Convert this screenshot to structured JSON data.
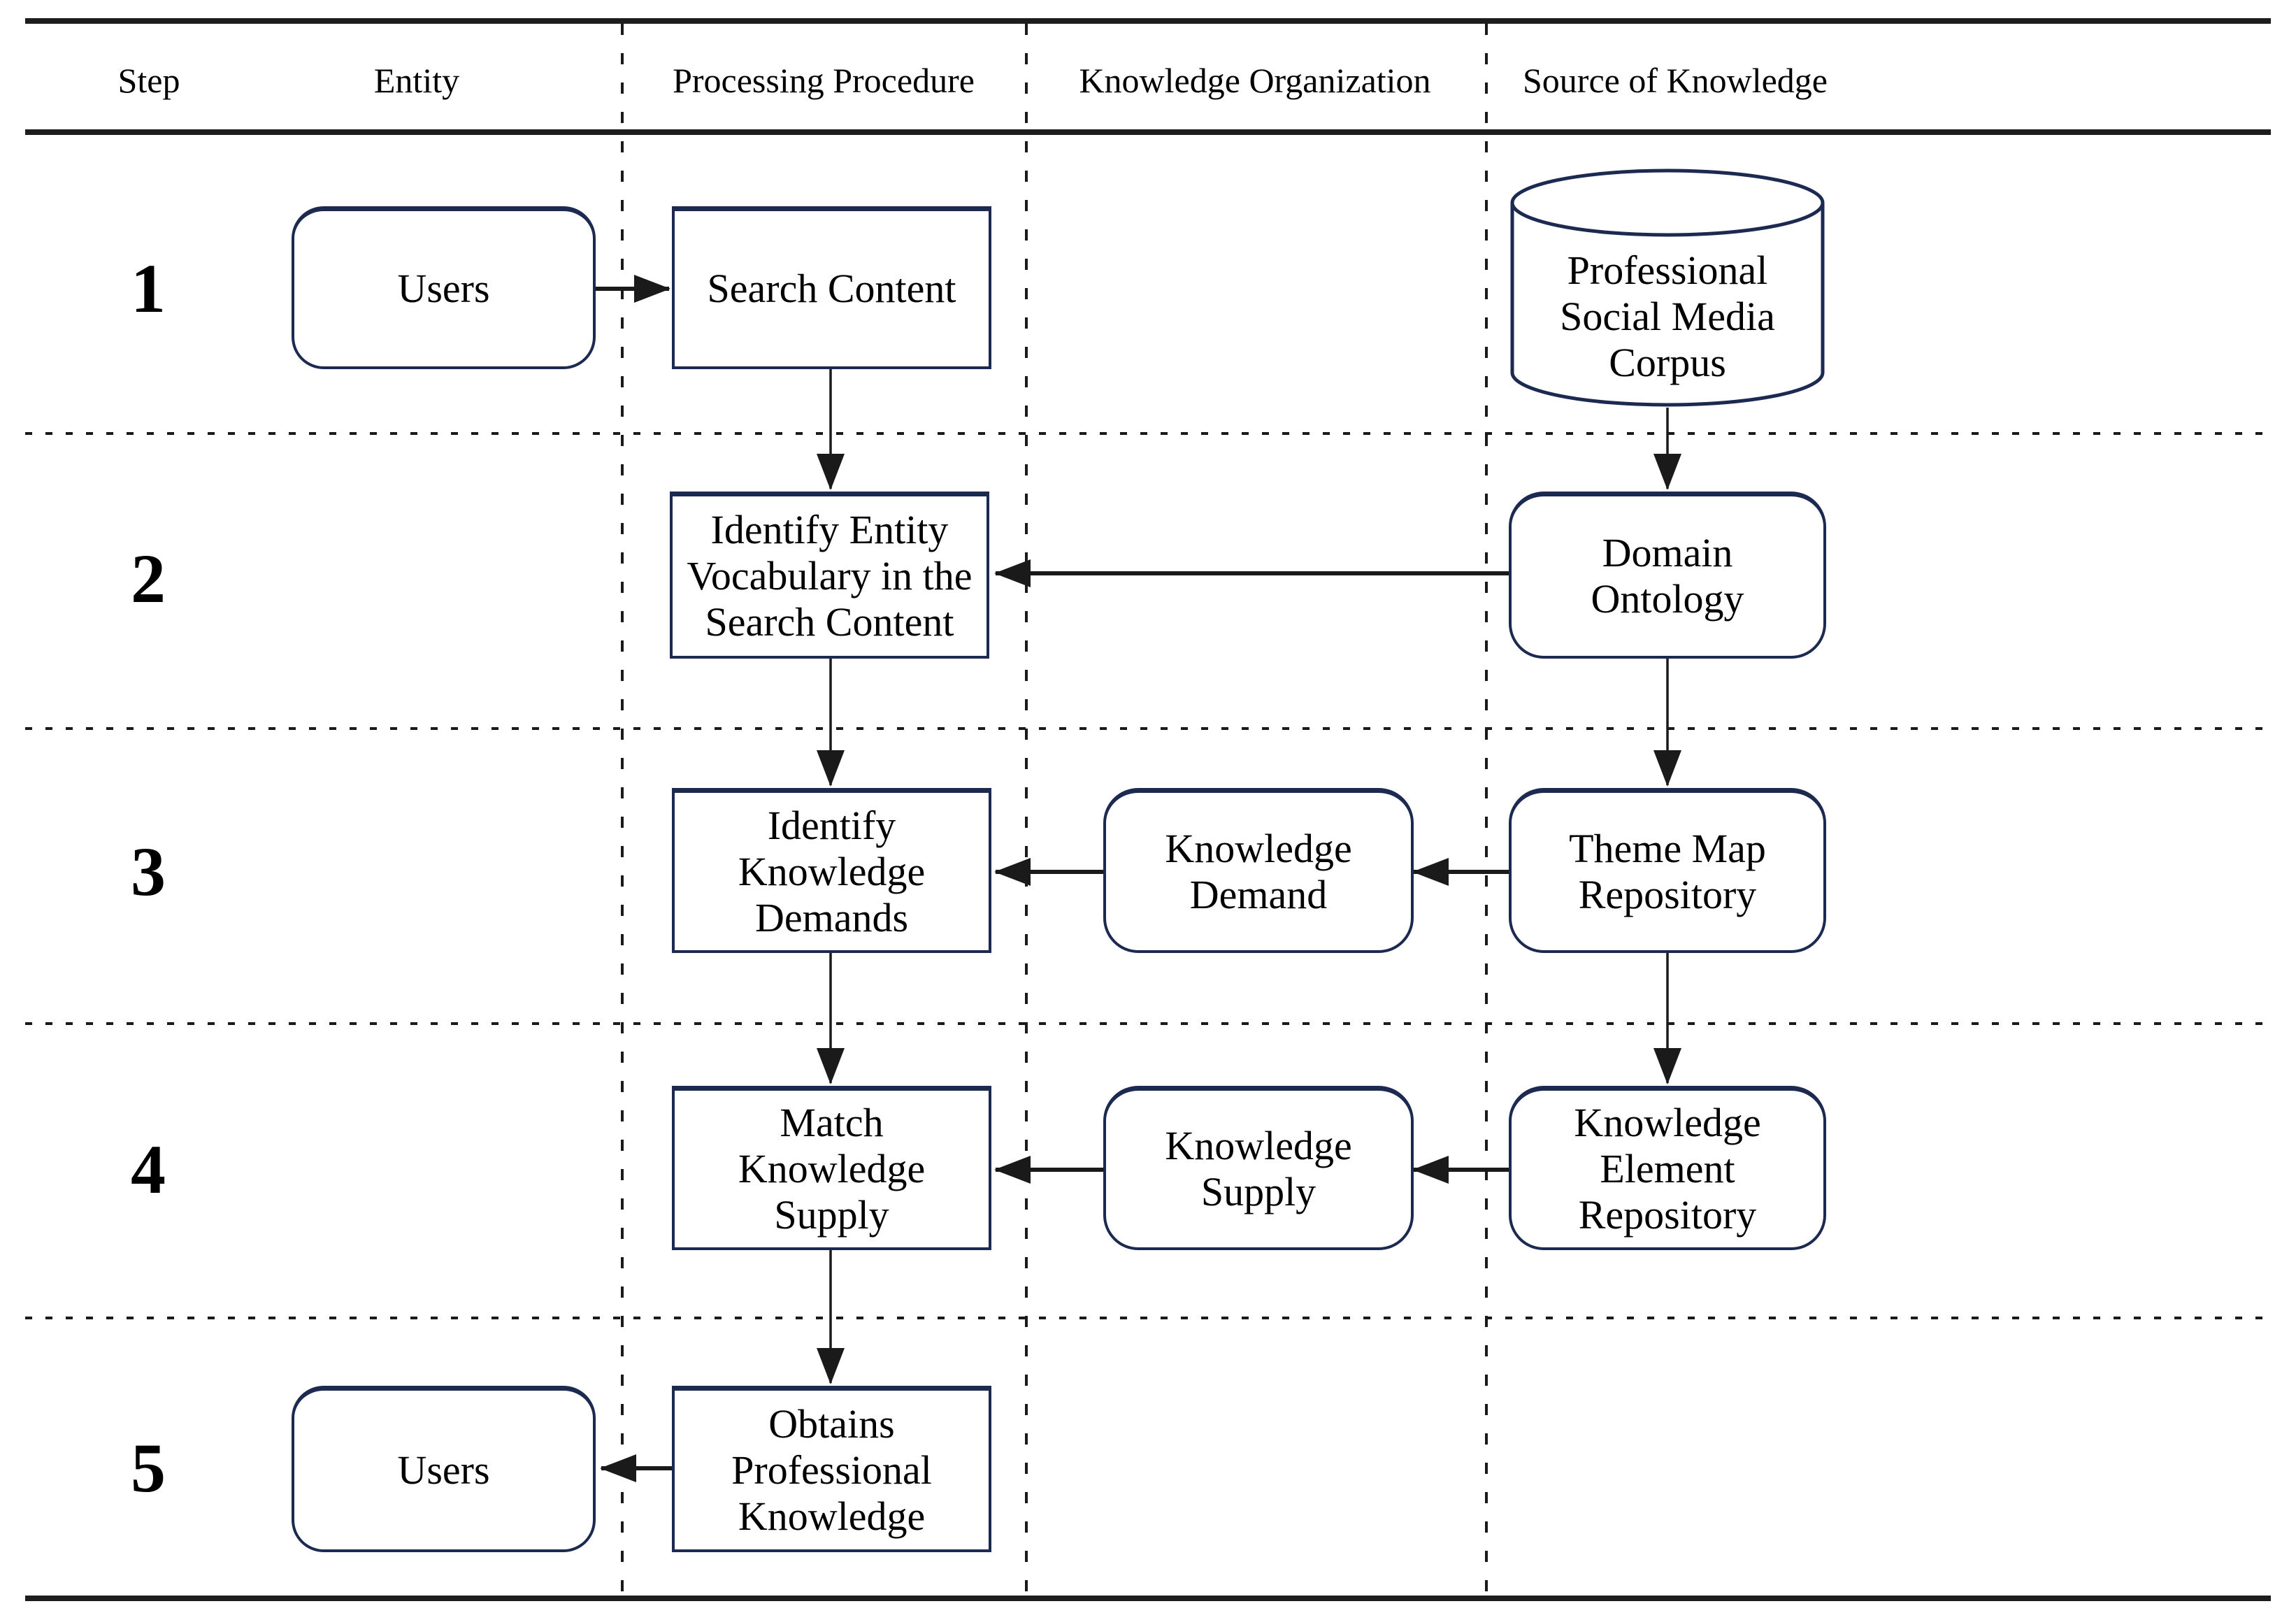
{
  "header": {
    "step": "Step",
    "entity": "Entity",
    "processing": "Processing Procedure",
    "organization": "Knowledge Organization",
    "source": "Source of Knowledge"
  },
  "steps": [
    "1",
    "2",
    "3",
    "4",
    "5"
  ],
  "nodes": {
    "users_1": {
      "label": "Users",
      "shape": "rounded",
      "column": "Entity",
      "step": "1"
    },
    "search_content": {
      "label": "Search Content",
      "shape": "rect",
      "column": "Processing Procedure",
      "step": "1"
    },
    "corpus": {
      "label": [
        "Professional",
        "Social Media",
        "Corpus"
      ],
      "shape": "cylinder",
      "column": "Source of Knowledge",
      "step": "1"
    },
    "identify_entity": {
      "label": [
        "Identify Entity",
        "Vocabulary in the",
        "Search Content"
      ],
      "shape": "rect",
      "column": "Processing Procedure",
      "step": "2"
    },
    "domain_ontology": {
      "label": [
        "Domain",
        "Ontology"
      ],
      "shape": "rounded",
      "column": "Source of Knowledge",
      "step": "2"
    },
    "identify_demands": {
      "label": [
        "Identify",
        "Knowledge",
        "Demands"
      ],
      "shape": "rect",
      "column": "Processing Procedure",
      "step": "3"
    },
    "knowledge_demand": {
      "label": [
        "Knowledge",
        "Demand"
      ],
      "shape": "rounded",
      "column": "Knowledge Organization",
      "step": "3"
    },
    "theme_map": {
      "label": [
        "Theme Map",
        "Repository"
      ],
      "shape": "rounded",
      "column": "Source of Knowledge",
      "step": "3"
    },
    "match_supply": {
      "label": [
        "Match",
        "Knowledge",
        "Supply"
      ],
      "shape": "rect",
      "column": "Processing Procedure",
      "step": "4"
    },
    "knowledge_supply": {
      "label": [
        "Knowledge",
        "Supply"
      ],
      "shape": "rounded",
      "column": "Knowledge Organization",
      "step": "4"
    },
    "element_repo": {
      "label": [
        "Knowledge",
        "Element",
        "Repository"
      ],
      "shape": "rounded",
      "column": "Source of Knowledge",
      "step": "4"
    },
    "users_5": {
      "label": "Users",
      "shape": "rounded",
      "column": "Entity",
      "step": "5"
    },
    "obtains": {
      "label": [
        "Obtains",
        "Professional",
        "Knowledge"
      ],
      "shape": "rect",
      "column": "Processing Procedure",
      "step": "5"
    }
  },
  "edges": [
    {
      "from": "users_1",
      "to": "search_content"
    },
    {
      "from": "search_content",
      "to": "identify_entity"
    },
    {
      "from": "corpus",
      "to": "domain_ontology"
    },
    {
      "from": "domain_ontology",
      "to": "identify_entity"
    },
    {
      "from": "domain_ontology",
      "to": "theme_map"
    },
    {
      "from": "identify_entity",
      "to": "identify_demands"
    },
    {
      "from": "theme_map",
      "to": "knowledge_demand"
    },
    {
      "from": "knowledge_demand",
      "to": "identify_demands"
    },
    {
      "from": "theme_map",
      "to": "element_repo"
    },
    {
      "from": "identify_demands",
      "to": "match_supply"
    },
    {
      "from": "element_repo",
      "to": "knowledge_supply"
    },
    {
      "from": "knowledge_supply",
      "to": "match_supply"
    },
    {
      "from": "match_supply",
      "to": "obtains"
    },
    {
      "from": "obtains",
      "to": "users_5"
    }
  ],
  "colors": {
    "node_border": "#1c2a52",
    "line": "#1a1a1a",
    "text": "#000000",
    "background": "#ffffff"
  }
}
